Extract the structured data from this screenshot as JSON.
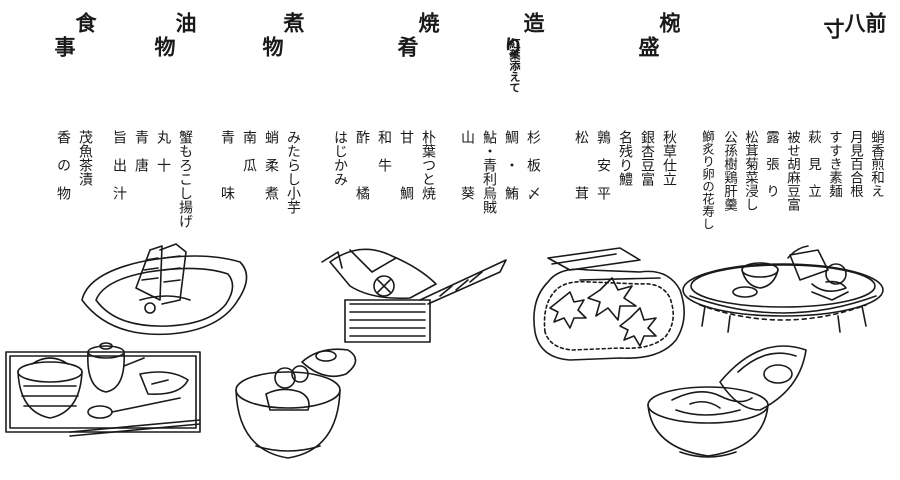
{
  "courses": [
    {
      "id": "zensun",
      "title": [
        "前",
        "八",
        "寸"
      ],
      "dishes": [
        "蛸香煎和え",
        "月見百合根",
        "すすき素麺",
        "萩　見　立",
        "被せ胡麻豆富",
        "露　張　り",
        "松茸菊菜浸し",
        "公孫樹鶏肝羹",
        "鰤炙り卵の花寿し"
      ]
    },
    {
      "id": "wanmori",
      "title": [
        "椀",
        "盛"
      ],
      "dishes": [
        "秋草仕立",
        "銀杏豆富",
        "名残り鱧",
        "鶉　安　平",
        "松　　　茸"
      ]
    },
    {
      "id": "tsukuri",
      "title": [
        "造",
        "り"
      ],
      "note": "紅葉添えて",
      "dishes": [
        "杉　板　〆",
        "鯛　・　鮪",
        "鮎・青利烏賊",
        "山　　　葵"
      ]
    },
    {
      "id": "yakizakana",
      "title": [
        "焼",
        "肴"
      ],
      "dishes": [
        "朴葉つと焼",
        "甘　　　鯛",
        "和　牛　",
        "酢　　　橘",
        "はじかみ"
      ]
    },
    {
      "id": "nimono",
      "title": [
        "煮",
        "物"
      ],
      "dishes": [
        "みたらし小芋",
        "蛸　柔　煮",
        "南　瓜　",
        "青　　　味"
      ]
    },
    {
      "id": "aburamono",
      "title": [
        "油",
        "物"
      ],
      "dishes": [
        "蟹もろこし揚げ",
        "丸　十　",
        "青　唐　",
        "旨　出　汁"
      ]
    },
    {
      "id": "shokuji",
      "title": [
        "食",
        "事"
      ],
      "dishes": [
        "茂魚茶漬",
        "香　の　物"
      ]
    }
  ],
  "illustrations": [
    {
      "name": "zensun-tray-illustration"
    },
    {
      "name": "soup-bowl-illustration"
    },
    {
      "name": "sashimi-plate-illustration"
    },
    {
      "name": "grilled-hoba-box-illustration"
    },
    {
      "name": "simmered-bowl-illustration"
    },
    {
      "name": "fried-dish-plate-illustration"
    },
    {
      "name": "rice-meal-set-illustration"
    }
  ]
}
